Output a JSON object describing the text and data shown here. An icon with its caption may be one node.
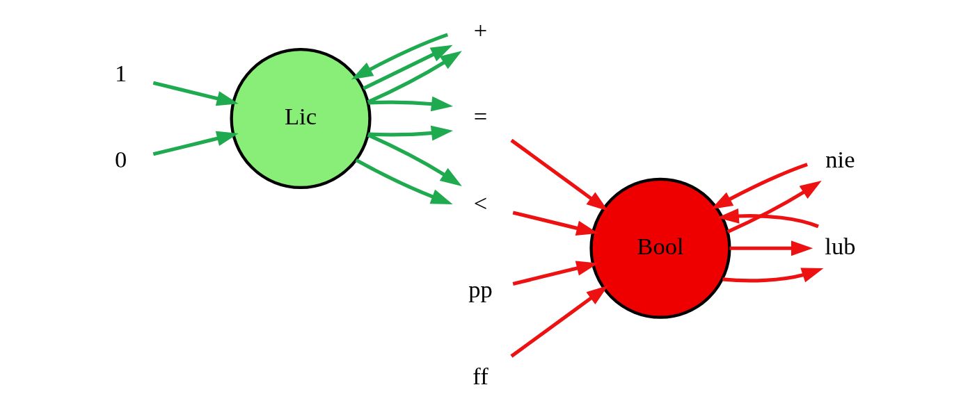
{
  "diagram": {
    "nodes": [
      {
        "text": [
          "1"
        ]
      },
      {
        "text": [
          "0"
        ]
      },
      {
        "text": [
          "pp"
        ]
      },
      {
        "text": [
          "ff"
        ]
      },
      {
        "text": [
          "+"
        ]
      },
      {
        "text": [
          "Lic"
        ]
      },
      {
        "text": [
          "="
        ]
      },
      {
        "text": [
          "Bool"
        ]
      },
      {
        "text": [
          "nie"
        ]
      },
      {
        "text": [
          "<"
        ]
      },
      {
        "text": [
          "lub"
        ]
      }
    ],
    "edges": [
      {
        "from": 0,
        "to": 5,
        "arrow": "to",
        "color": "#1faa4f"
      },
      {
        "from": 1,
        "to": 5,
        "arrow": "to",
        "color": "#1faa4f"
      },
      {
        "from": 5,
        "to": 4,
        "arrow": "to",
        "color": "#1faa4f"
      },
      {
        "from": 5,
        "to": 4,
        "arrow": "to",
        "color": "#1faa4f"
      },
      {
        "from": 4,
        "to": 5,
        "arrow": "to",
        "color": "#1faa4f"
      },
      {
        "from": 5,
        "to": 6,
        "arrow": "to",
        "color": "#1faa4f"
      },
      {
        "from": 5,
        "to": 6,
        "arrow": "to",
        "color": "#1faa4f"
      },
      {
        "from": 5,
        "to": 9,
        "arrow": "to",
        "color": "#1faa4f"
      },
      {
        "from": 5,
        "to": 9,
        "arrow": "to",
        "color": "#1faa4f"
      },
      {
        "from": 2,
        "to": 7,
        "arrow": "to",
        "color": "#ee1111"
      },
      {
        "from": 3,
        "to": 7,
        "arrow": "to",
        "color": "#ee1111"
      },
      {
        "from": 6,
        "to": 7,
        "arrow": "to",
        "color": "#ee1111"
      },
      {
        "from": 9,
        "to": 7,
        "arrow": "to",
        "color": "#ee1111"
      },
      {
        "from": 7,
        "to": 8,
        "arrow": "to",
        "color": "#ee1111"
      },
      {
        "from": 8,
        "to": 7,
        "arrow": "to",
        "color": "#ee1111"
      },
      {
        "from": 7,
        "to": 10,
        "arrow": "to",
        "color": "#ee1111"
      },
      {
        "from": 7,
        "to": 10,
        "arrow": "to",
        "color": "#ee1111"
      },
      {
        "from": 10,
        "to": 7,
        "arrow": "to",
        "color": "#ee1111"
      }
    ]
  }
}
